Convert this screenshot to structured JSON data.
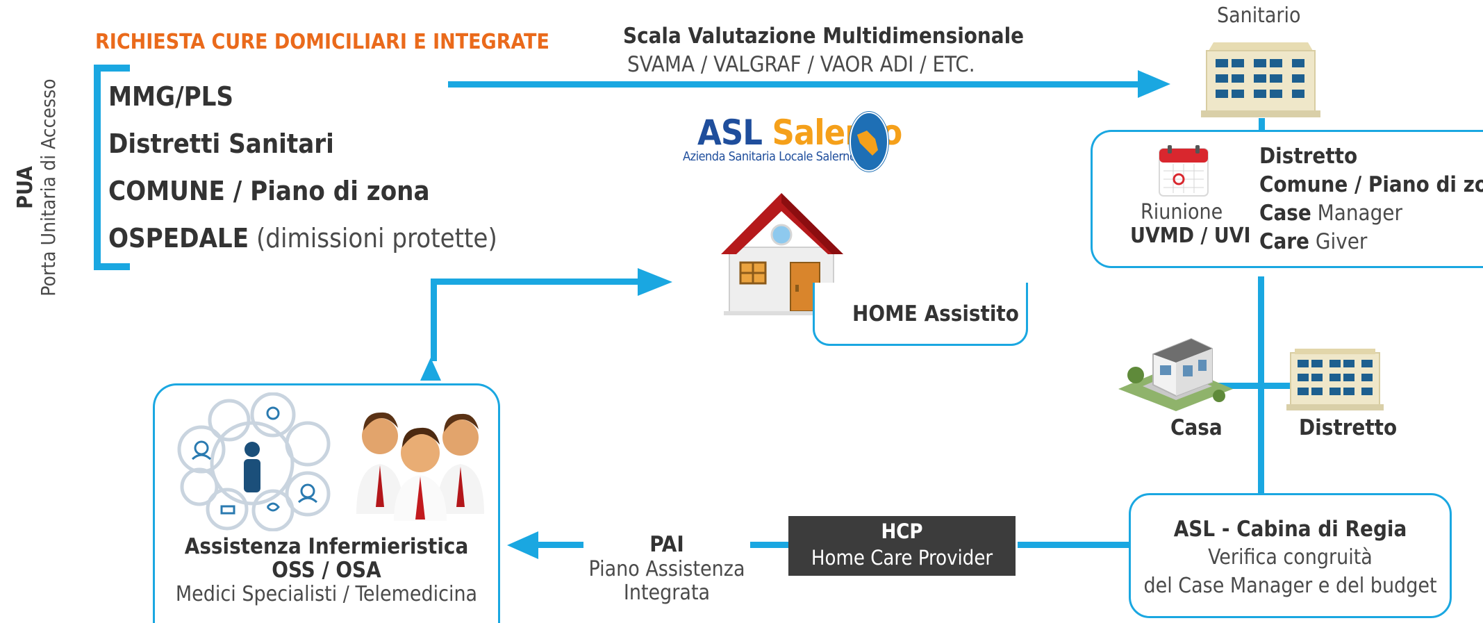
{
  "colors": {
    "accent": "#1aa7e1",
    "orange": "#ea6a1b",
    "dark": "#3a3a3a",
    "hcp_bg": "#3c3c3c"
  },
  "pua": {
    "abbr": "PUA",
    "full": "Porta Unitaria di Accesso"
  },
  "request": {
    "title": "RICHIESTA CURE DOMICILIARI E INTEGRATE",
    "items": [
      {
        "bold": "MMG/PLS",
        "rest": ""
      },
      {
        "bold": "Distretti Sanitari",
        "rest": ""
      },
      {
        "bold": "COMUNE / Piano di zona",
        "rest": ""
      },
      {
        "bold": "OSPEDALE",
        "rest": " (dimissioni protette)"
      }
    ]
  },
  "scale": {
    "title": "Scala Valutazione Multidimensionale",
    "subtitle": "SVAMA / VALGRAF / VAOR ADI / ETC."
  },
  "sanitario": {
    "label": "Sanitario",
    "icon": "hospital-building-icon"
  },
  "logo": {
    "asl": "ASL",
    "salerno": "Salerno",
    "tagline": "Azienda Sanitaria Locale Salerno"
  },
  "meeting": {
    "icon": "calendar-icon",
    "label1": "Riunione",
    "label2": "UVMD / UVI",
    "roles": [
      {
        "bold": "Distretto",
        "rest": ""
      },
      {
        "bold": "Comune / Piano di zona",
        "rest": ""
      },
      {
        "bold": "Case",
        "rest": " Manager"
      },
      {
        "bold": "Care",
        "rest": " Giver"
      }
    ]
  },
  "home": {
    "label": "HOME Assistito",
    "icon": "house-icon"
  },
  "casa": {
    "label": "Casa",
    "icon": "residence-icon"
  },
  "distretto": {
    "label": "Distretto",
    "icon": "district-building-icon"
  },
  "nursing": {
    "line1": "Assistenza Infermieristica",
    "line2": "OSS / OSA",
    "line3": "Medici Specialisti / Telemedicina",
    "icon_network": "telemedicine-network-icon",
    "icon_doctors": "doctors-icon"
  },
  "pai": {
    "abbr": "PAI",
    "line1": "Piano Assistenza",
    "line2": "Integrata"
  },
  "hcp": {
    "abbr": "HCP",
    "full": "Home Care Provider"
  },
  "asl_box": {
    "title": "ASL - Cabina di Regia",
    "line1": "Verifica congruità",
    "line2": "del Case Manager e del budget"
  }
}
